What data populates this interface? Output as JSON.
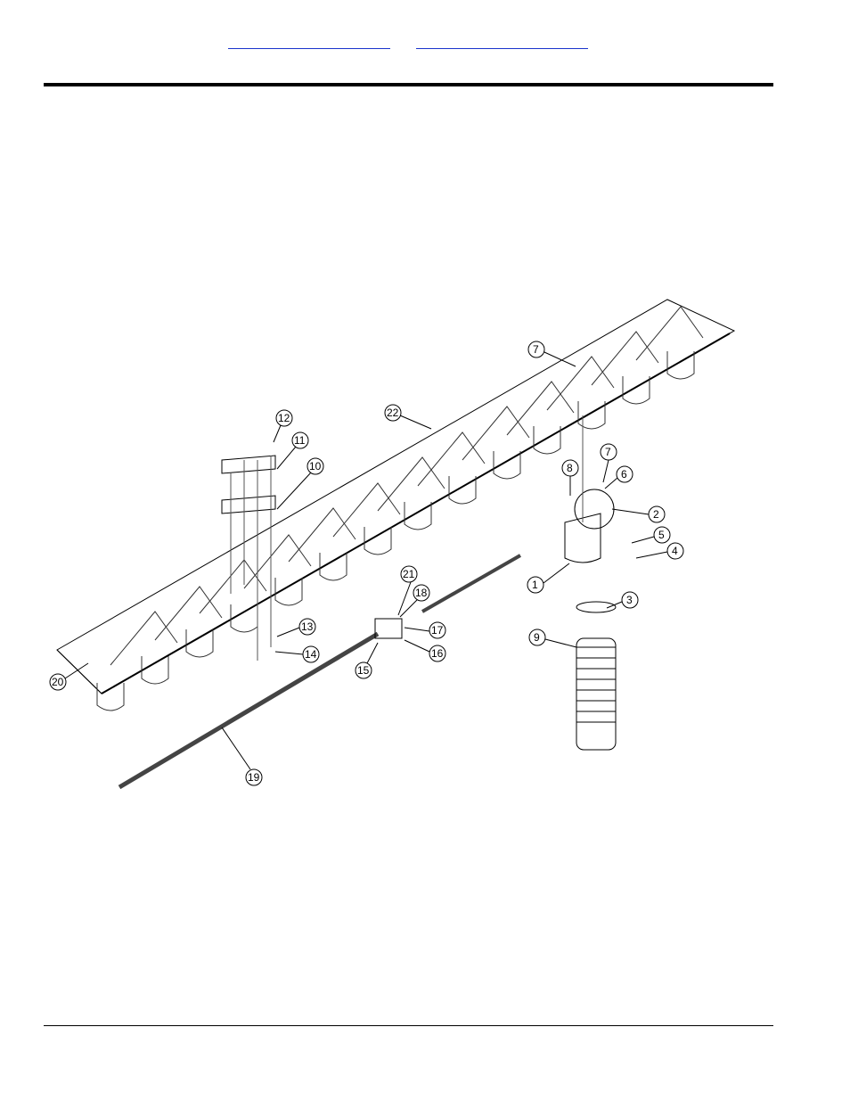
{
  "header": {
    "links": [
      "",
      ""
    ]
  },
  "diagram": {
    "callouts": [
      "1",
      "2",
      "3",
      "4",
      "5",
      "6",
      "7",
      "7",
      "8",
      "9",
      "10",
      "11",
      "12",
      "13",
      "14",
      "15",
      "16",
      "17",
      "18",
      "19",
      "20",
      "21",
      "22"
    ]
  }
}
